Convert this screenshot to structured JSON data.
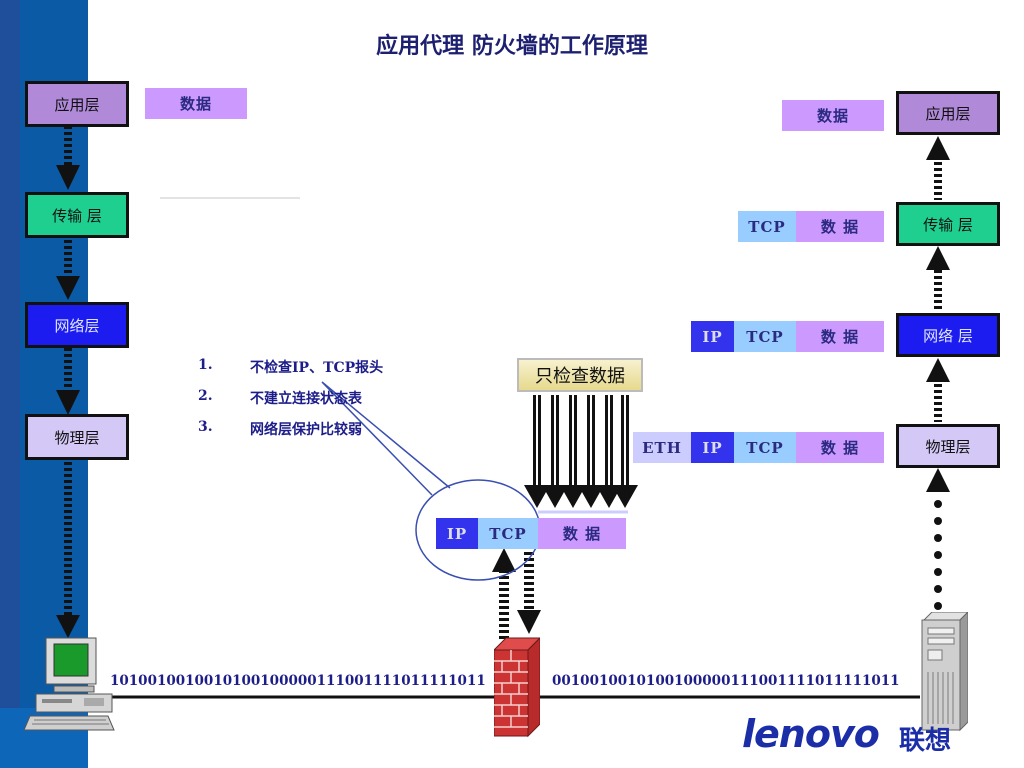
{
  "title": "应用代理 防火墙的工作原理",
  "left_layers": [
    "应用层",
    "传输 层",
    "网络层",
    "物理层"
  ],
  "right_layers": [
    "应用层",
    "传输 层",
    "网络 层",
    "物理层"
  ],
  "segments": {
    "data": "数据",
    "data_spaced": "数  据",
    "tcp": "TCP",
    "ip": "IP",
    "eth": "ETH"
  },
  "inspect_label": "只检查数据",
  "notes": [
    {
      "num": "1.",
      "text": "不检查IP、TCP报头"
    },
    {
      "num": "2.",
      "text": "不建立连接状态表"
    },
    {
      "num": "3.",
      "text": "网络层保护比较弱"
    }
  ],
  "bits_left": "10100100100101001000001110011110111110​11",
  "bits_right": "0010010010100100000111001111011111011",
  "logo": {
    "text": "lenovo",
    "cn": "联想"
  },
  "colors": {
    "app": "#b08ad9",
    "transport": "#1fcf8f",
    "network": "#1c1cf0",
    "physical": "#d4c8f6",
    "data_seg": "#cc99ff",
    "tcp_seg": "#99ccff",
    "ip_seg": "#3333ee",
    "eth_seg": "#ccccff"
  }
}
